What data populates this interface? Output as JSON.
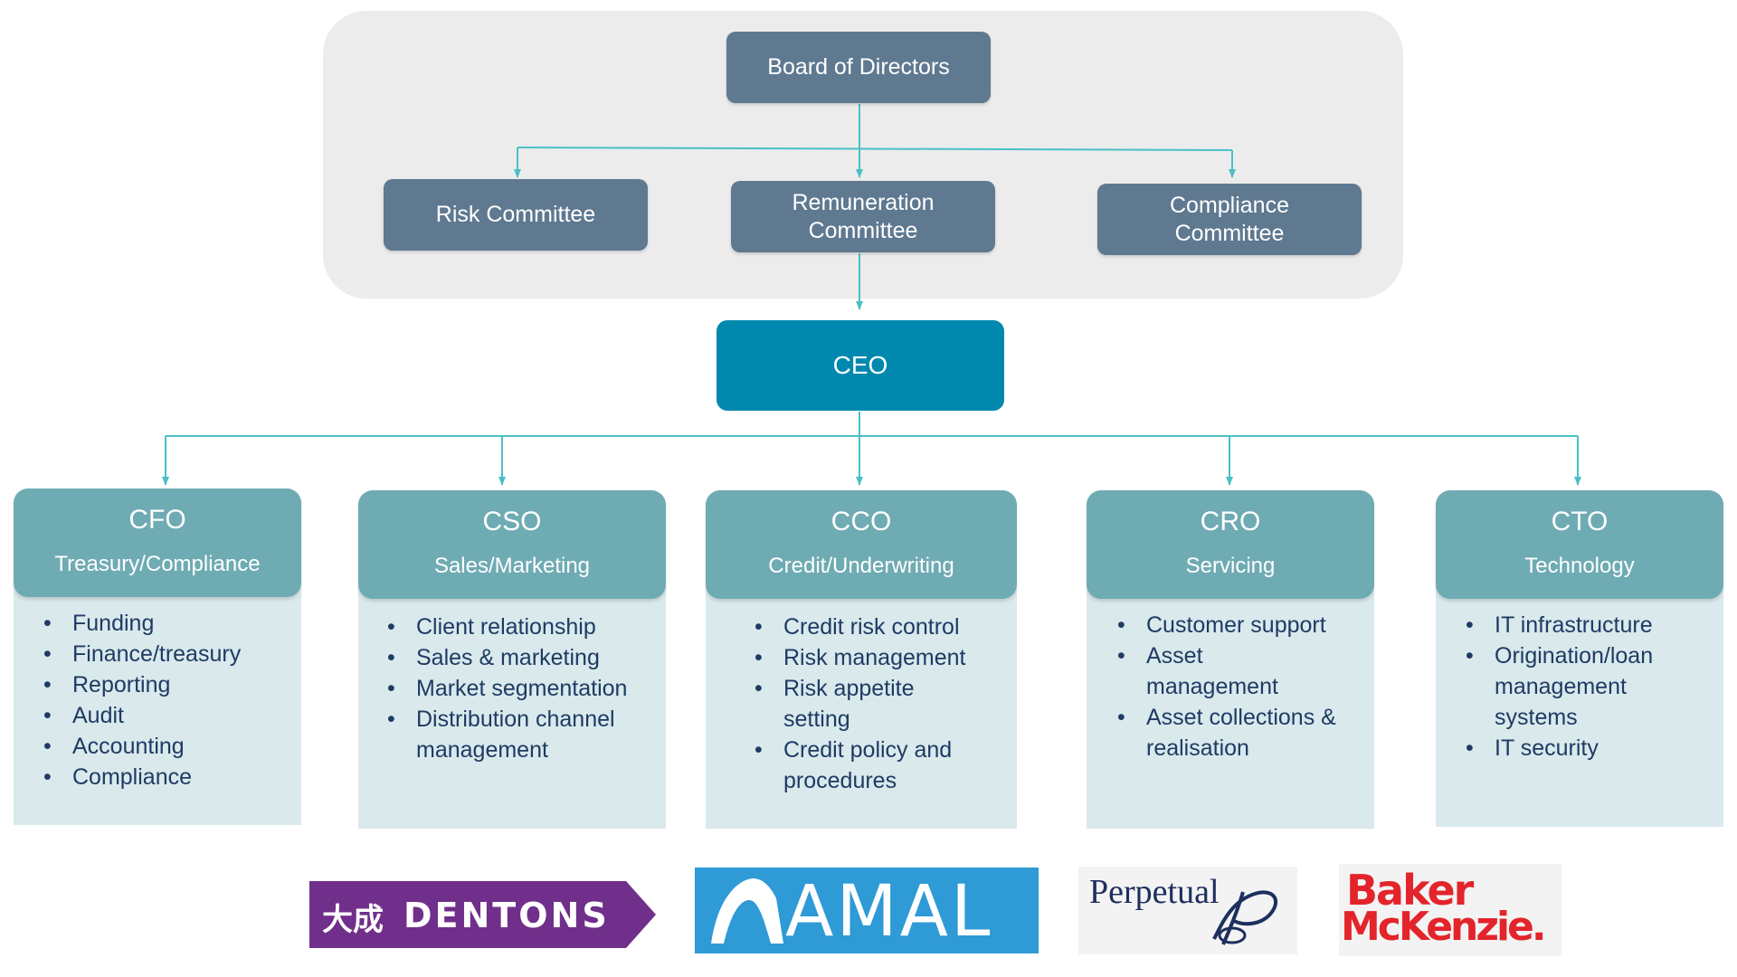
{
  "governance": {
    "board": "Board of Directors",
    "committees": [
      "Risk Committee",
      "Remuneration Committee",
      "Compliance Committee"
    ]
  },
  "ceo": "CEO",
  "executives": [
    {
      "role": "CFO",
      "area": "Treasury/Compliance",
      "duties": [
        "Funding",
        "Finance/treasury",
        "Reporting",
        "Audit",
        "Accounting",
        "Compliance"
      ]
    },
    {
      "role": "CSO",
      "area": "Sales/Marketing",
      "duties": [
        "Client relationship",
        "Sales & marketing",
        "Market segmentation",
        "Distribution channel management"
      ]
    },
    {
      "role": "CCO",
      "area": "Credit/Underwriting",
      "duties": [
        "Credit risk control",
        "Risk management",
        "Risk appetite setting",
        "Credit policy and procedures"
      ]
    },
    {
      "role": "CRO",
      "area": "Servicing",
      "duties": [
        "Customer support",
        "Asset management",
        "Asset collections & realisation"
      ]
    },
    {
      "role": "CTO",
      "area": "Technology",
      "duties": [
        "IT infrastructure",
        "Origination/loan management systems",
        "IT security"
      ]
    }
  ],
  "partners": {
    "dentons": {
      "cjk": "大成",
      "name": "DENTONS"
    },
    "amal": "AMAL",
    "perpetual": "Perpetual",
    "baker_mckenzie": [
      "Baker",
      "McKenzie."
    ]
  },
  "colors": {
    "panel": "#ececec",
    "governance_box": "#5f7990",
    "ceo_box": "#0088ae",
    "exec_header": "#6fabb3",
    "exec_body": "#d9e9ec",
    "connector": "#4bbfc5",
    "text_dark": "#1f3b64",
    "dentons_purple": "#702f8a",
    "amal_blue": "#2e9ad6",
    "baker_red": "#e3242b"
  }
}
